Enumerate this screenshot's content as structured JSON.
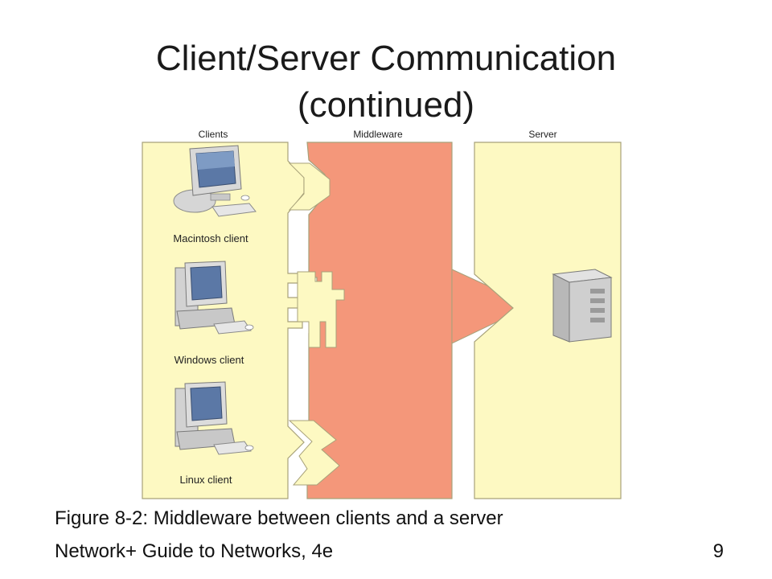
{
  "slide": {
    "title_line1": "Client/Server Communication",
    "title_line2": "(continued)",
    "caption": "Figure 8-2: Middleware between clients and a server",
    "footer": "Network+ Guide to Networks, 4e",
    "page_number": "9"
  },
  "diagram": {
    "column_labels": {
      "clients": "Clients",
      "middleware": "Middleware",
      "server": "Server"
    },
    "clients": [
      {
        "label": "Macintosh client",
        "icon": "macintosh-computer-icon"
      },
      {
        "label": "Windows client",
        "icon": "windows-pc-icon"
      },
      {
        "label": "Linux client",
        "icon": "linux-pc-icon"
      }
    ],
    "server_icon": "server-tower-icon",
    "colors": {
      "client_panel": "#fdf9c2",
      "server_panel": "#fdf9c2",
      "middleware": "#f4977a",
      "panel_border": "#a8a27a"
    }
  }
}
